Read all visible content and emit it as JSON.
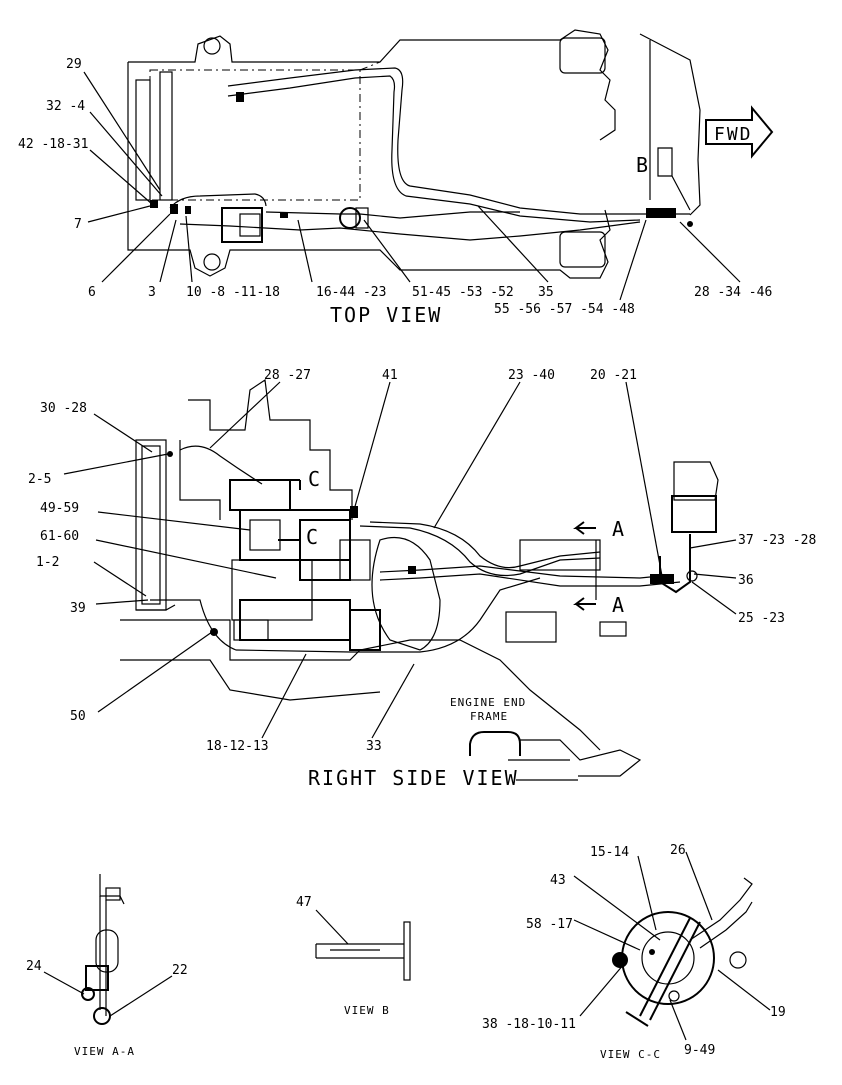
{
  "views": {
    "top": {
      "title": "TOP VIEW",
      "fwd": "FWD",
      "letter_b": "B",
      "labels": {
        "l29": "29",
        "l32_4": "32 -4",
        "l42_18_31": "42 -18-31",
        "l7": "7",
        "l6": "6",
        "l3": "3",
        "l10_8": "10 -8 -11-18",
        "l16_44": "16-44 -23",
        "l51_45": "51-45 -53 -52",
        "l35": "35",
        "l55_56": "55 -56 -57 -54 -48",
        "l28_34": "28 -34 -46"
      }
    },
    "right": {
      "title": "RIGHT SIDE VIEW",
      "engine_end": "ENGINE END",
      "frame": "FRAME",
      "letter_a1": "A",
      "letter_a2": "A",
      "letter_c1": "C",
      "letter_c2": "C",
      "labels": {
        "l28_27": "28 -27",
        "l41": "41",
        "l23_40": "23 -40",
        "l20_21": "20 -21",
        "l30_28": "30 -28",
        "l2_5": "2-5",
        "l49_59": "49-59",
        "l61_60": "61-60",
        "l1_2": "1-2",
        "l39": "39",
        "l50": "50",
        "l18_12": "18-12-13",
        "l33": "33",
        "l37": "37 -23 -28",
        "l36": "36",
        "l25_23": "25 -23"
      }
    },
    "aa": {
      "title": "VIEW  A-A",
      "l24": "24",
      "l22": "22"
    },
    "b": {
      "title": "VIEW  B",
      "l47": "47"
    },
    "cc": {
      "title": "VIEW  C-C",
      "l15_14": "15-14",
      "l26": "26",
      "l43": "43",
      "l58_17": "58 -17",
      "l19": "19",
      "l38": "38 -18-10-11",
      "l9_49": "9-49"
    }
  }
}
